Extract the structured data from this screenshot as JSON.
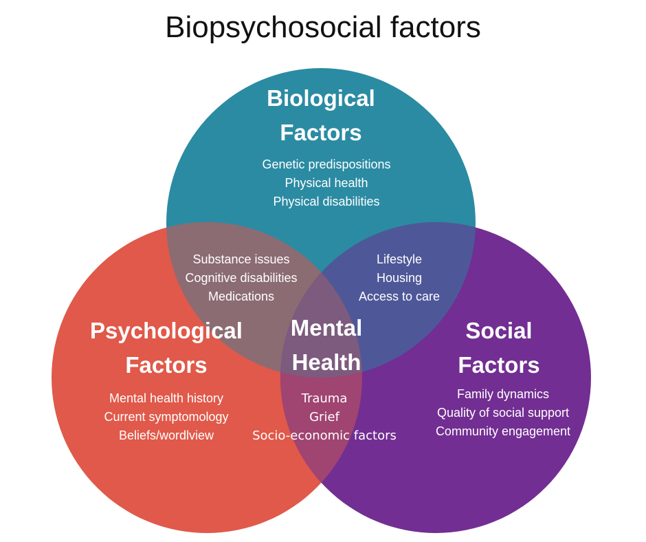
{
  "title": "Biopsychosocial factors",
  "colors": {
    "biological": "#2b8ba3",
    "psychological": "#e0594a",
    "social": "#722e92",
    "bio_psych_overlap": "#8b6c72",
    "bio_social_overlap": "#4e5898",
    "psych_social_overlap": "#a04471",
    "center_overlap": "#7c5b7e",
    "text": "#ffffff"
  },
  "biological": {
    "heading": [
      "Biological",
      "Factors"
    ],
    "items": [
      "Genetic predispositions",
      "Physical health",
      "Physical disabilities"
    ]
  },
  "psychological": {
    "heading": [
      "Psychological",
      "Factors"
    ],
    "items": [
      "Mental health history",
      "Current symptomology",
      "Beliefs/wordlview"
    ]
  },
  "social": {
    "heading": [
      "Social",
      "Factors"
    ],
    "items": [
      "Family dynamics",
      "Quality of social support",
      "Community engagement"
    ]
  },
  "bio_psych": {
    "items": [
      "Substance issues",
      "Cognitive disabilities",
      "Medications"
    ]
  },
  "bio_social": {
    "items": [
      "Lifestyle",
      "Housing",
      "Access to care"
    ]
  },
  "center": {
    "heading": [
      "Mental",
      "Health"
    ],
    "items": [
      "Trauma",
      "Grief",
      "Socio-economic factors"
    ]
  }
}
